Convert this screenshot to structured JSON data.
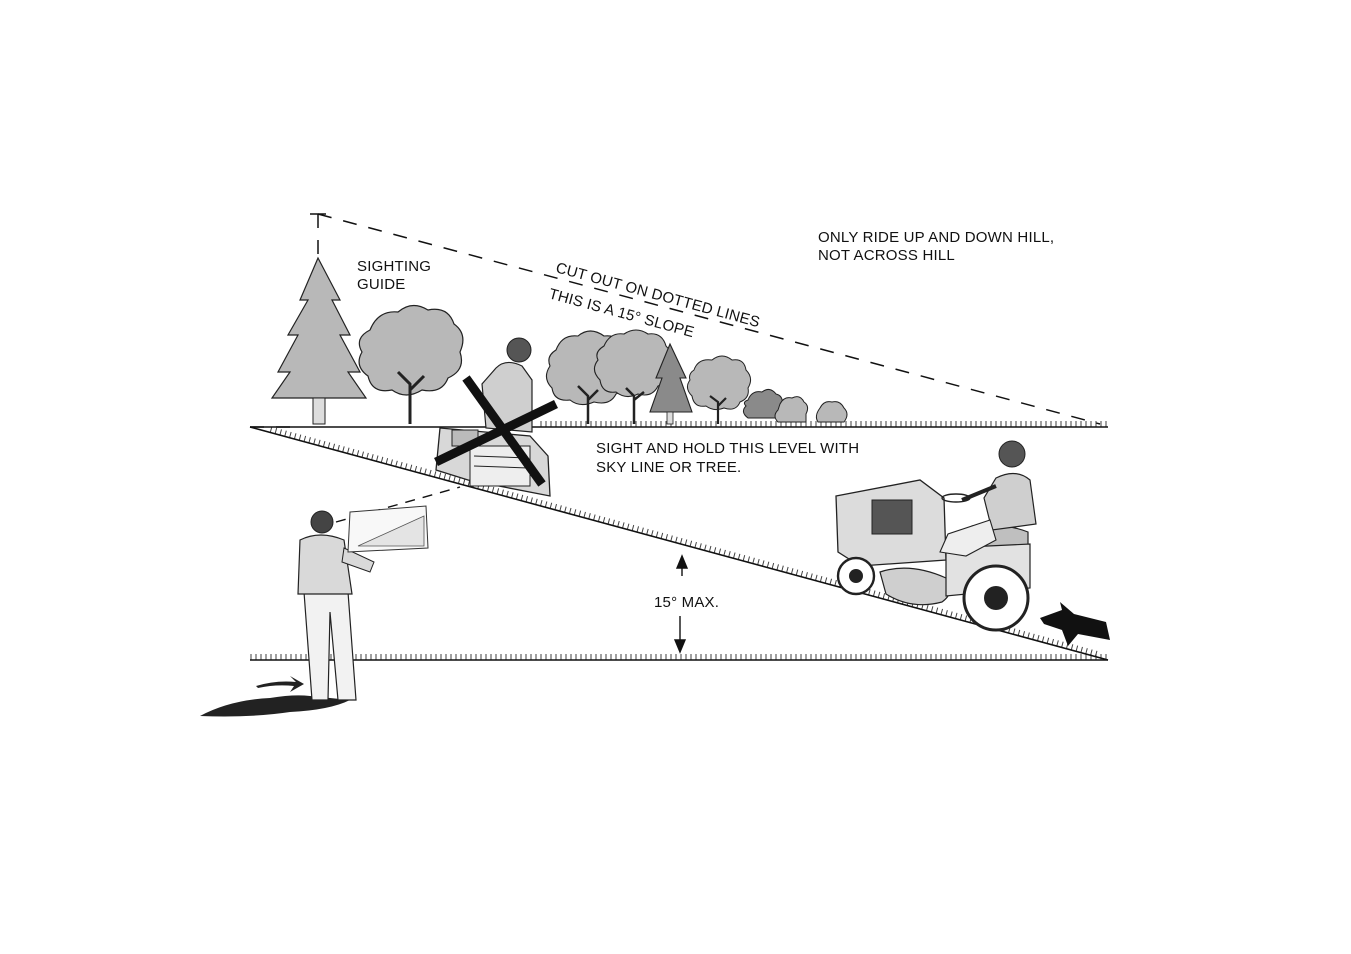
{
  "labels": {
    "sighting_guide_line1": "SIGHTING",
    "sighting_guide_line2": "GUIDE",
    "cut_out": "CUT OUT ON DOTTED LINES",
    "slope_note": "THIS IS A 15° SLOPE",
    "ride_rule_line1": "ONLY RIDE UP AND DOWN HILL,",
    "ride_rule_line2": "NOT ACROSS HILL",
    "sight_hold_line1": "SIGHT AND HOLD THIS LEVEL WITH",
    "sight_hold_line2": "SKY LINE OR TREE.",
    "max_angle": "15° MAX."
  },
  "colors": {
    "ink": "#111111",
    "tree_fill": "#b8b8b8",
    "dark_tree": "#8a8a8a",
    "paper": "#ffffff"
  },
  "icons": {
    "prohibited_mark": "x-cross-icon",
    "direction_arrow": "arrow-icon"
  }
}
